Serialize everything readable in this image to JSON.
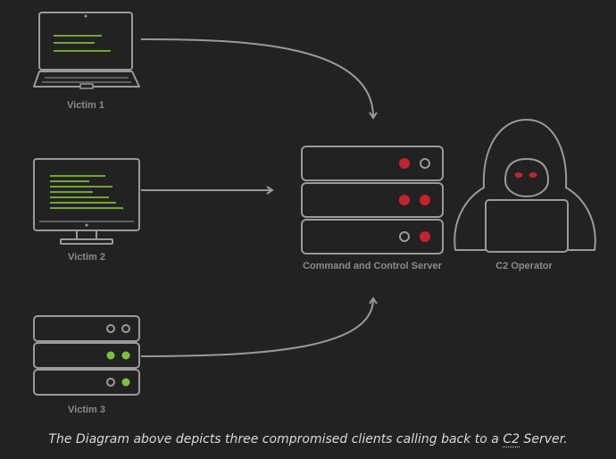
{
  "victim1": {
    "label": "Victim 1"
  },
  "victim2": {
    "label": "Victim 2"
  },
  "victim3": {
    "label": "Victim 3"
  },
  "c2_server": {
    "label": "Command and Control Server"
  },
  "operator": {
    "label": "C2 Operator"
  },
  "caption": {
    "before": "The Diagram above depicts three compromised clients calling back to a ",
    "abbr": "C2",
    "after": " Server."
  },
  "colors": {
    "background": "#222222",
    "outline": "#9a9a9a",
    "red_led": "#c3232f",
    "green_led": "#7bc23a",
    "terminal_text": "#8fcf3a",
    "label": "#8a8a8a"
  }
}
